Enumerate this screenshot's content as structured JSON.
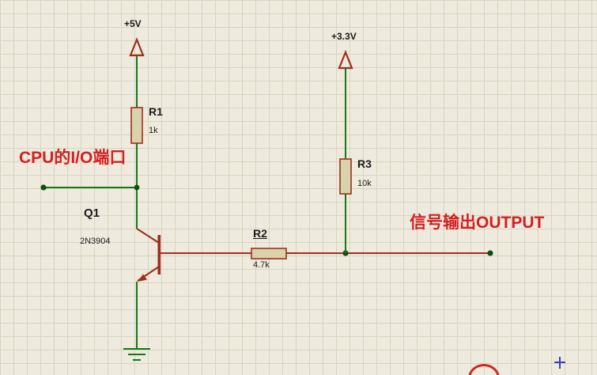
{
  "diagram": {
    "power_rails": {
      "v5": "+5V",
      "v33": "+3.3V"
    },
    "components": {
      "r1": {
        "ref": "R1",
        "value": "1k"
      },
      "r2": {
        "ref": "R2",
        "value": "4.7k"
      },
      "r3": {
        "ref": "R3",
        "value": "10k"
      },
      "q1": {
        "ref": "Q1",
        "part": "2N3904"
      }
    },
    "annotations": {
      "cpu_io": "CPU的I/O端口",
      "output": "信号输出OUTPUT"
    },
    "colors": {
      "wire_green": "#157a15",
      "wire_red": "#9e2f1c",
      "component_outline": "#9e2f1c",
      "component_fill": "#d9d3ad",
      "annotation_red": "#d42020",
      "label_black": "#1c1c1c",
      "background": "#eeeade",
      "grid_line": "#d8d5c2"
    }
  }
}
